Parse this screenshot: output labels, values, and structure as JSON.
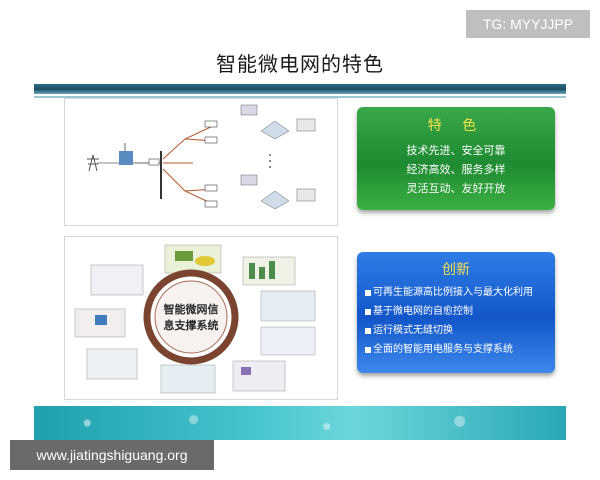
{
  "tag": "TG: MYYJJPP",
  "title": "智能微电网的特色",
  "features": {
    "heading": "特 色",
    "lines": [
      "技术先进、安全可靠",
      "经济高效、服务多样",
      "灵活互动、友好开放"
    ]
  },
  "innovation": {
    "heading": "创新",
    "items": [
      "可再生能源高比例接入与最大化利用",
      "基于微电网的自愈控制",
      "运行模式无缝切换",
      "全面的智能用电服务与支撑系统"
    ]
  },
  "hub": {
    "line1": "智能微网信",
    "line2": "息支撑系统"
  },
  "watermark": "www.jiatingshiguang.org",
  "colors": {
    "green": "#1e8a31",
    "blue": "#1256c9",
    "heading_yellow": "#f9e14a",
    "title_bar": "#2c6e88"
  }
}
